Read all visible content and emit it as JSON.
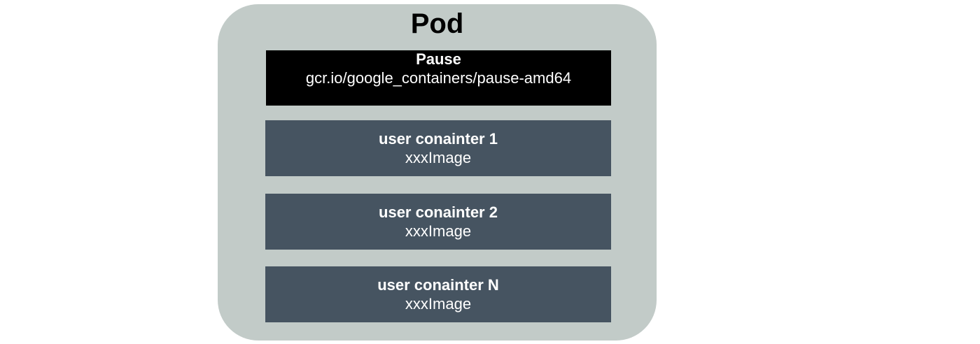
{
  "pod": {
    "title": "Pod",
    "colors": {
      "pod_bg": "#c2cbc8",
      "pause_bg": "#000000",
      "user_bg": "#465461",
      "text_on_box": "#ffffff"
    },
    "pause": {
      "title": "Pause",
      "image": "gcr.io/google_containers/pause-amd64"
    },
    "containers": [
      {
        "title": "user conainter 1",
        "image": "xxxImage"
      },
      {
        "title": "user conainter 2",
        "image": "xxxImage"
      },
      {
        "title": "user conainter N",
        "image": "xxxImage"
      }
    ]
  }
}
